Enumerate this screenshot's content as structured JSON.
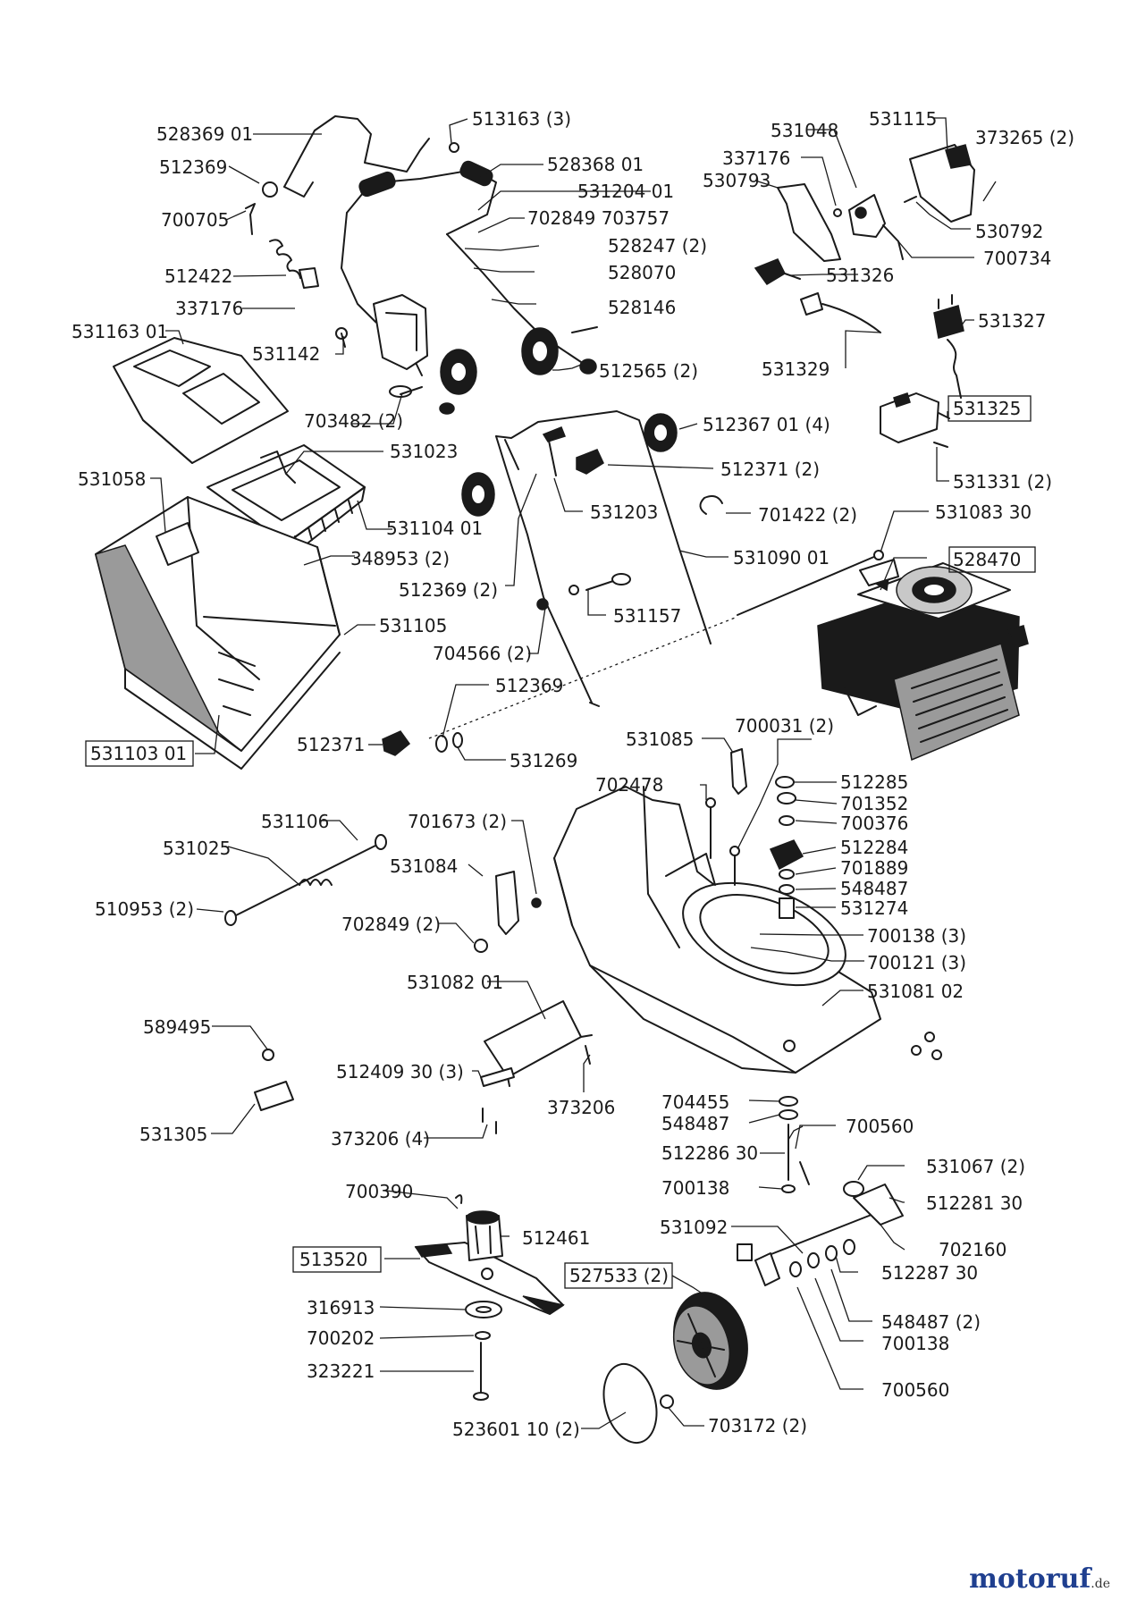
{
  "watermark": {
    "brand": "motoruf",
    "tld": ".de"
  },
  "colors": {
    "ink": "#1a1a1a",
    "watermark_blue": "#1f3f8f",
    "watermark_red": "#d33a2c"
  },
  "labels": {
    "l528369_01": "528369 01",
    "l513163_3": "513163 (3)",
    "l512369_a": "512369",
    "l528368_01": "528368 01",
    "l531204_01": "531204 01",
    "l700705": "700705",
    "l702849_703757": "702849 703757",
    "l528247_2": "528247 (2)",
    "l512422": "512422",
    "l528070": "528070",
    "l337176_a": "337176",
    "l528146": "528146",
    "l531163_01": "531163 01",
    "l531142": "531142",
    "l512565_2": "512565 (2)",
    "l703482_2": "703482 (2)",
    "l531048": "531048",
    "l531115": "531115",
    "l373265_2": "373265 (2)",
    "l337176_b": "337176",
    "l530793": "530793",
    "l530792": "530792",
    "l700734": "700734",
    "l531326": "531326",
    "l531327": "531327",
    "l531329": "531329",
    "l531325": "531325",
    "l531331_2": "531331 (2)",
    "l512367_01_4": "512367 01 (4)",
    "l531023": "531023",
    "l512371_2": "512371 (2)",
    "l531058": "531058",
    "l531203": "531203",
    "l701422_2": "701422 (2)",
    "l531104_01": "531104 01",
    "l531083_30": "531083 30",
    "l348953_2": "348953 (2)",
    "l531090_01": "531090 01",
    "l528470": "528470",
    "l512369_2": "512369 (2)",
    "l531157": "531157",
    "l531105": "531105",
    "l704566_2": "704566 (2)",
    "l512369_b": "512369",
    "l512371": "512371",
    "l531269": "531269",
    "l531103_01": "531103 01",
    "l531085": "531085",
    "l700031_2": "700031 (2)",
    "l702478": "702478",
    "l512285": "512285",
    "l701352": "701352",
    "l531106": "531106",
    "l701673_2": "701673 (2)",
    "l700376": "700376",
    "l531025": "531025",
    "l512284": "512284",
    "l531084": "531084",
    "l701889": "701889",
    "l548487_a": "548487",
    "l510953_2": "510953 (2)",
    "l531274": "531274",
    "l702849_2": "702849 (2)",
    "l700138_3": "700138 (3)",
    "l700121_3": "700121 (3)",
    "l531082_01": "531082 01",
    "l531081_02": "531081 02",
    "l589495": "589495",
    "l512409_30_3": "512409 30 (3)",
    "l373206": "373206",
    "l704455": "704455",
    "l548487_b": "548487",
    "l531305": "531305",
    "l373206_4": "373206 (4)",
    "l700560_a": "700560",
    "l512286_30": "512286 30",
    "l531067_2": "531067 (2)",
    "l700138_a": "700138",
    "l700390": "700390",
    "l512281_30": "512281 30",
    "l512461": "512461",
    "l531092": "531092",
    "l513520": "513520",
    "l702160": "702160",
    "l527533_2": "527533 (2)",
    "l512287_30": "512287 30",
    "l316913": "316913",
    "l548487_2": "548487 (2)",
    "l700202": "700202",
    "l700138_b": "700138",
    "l323221": "323221",
    "l700560_b": "700560",
    "l523601_10_2": "523601 10 (2)",
    "l703172_2": "703172 (2)"
  }
}
